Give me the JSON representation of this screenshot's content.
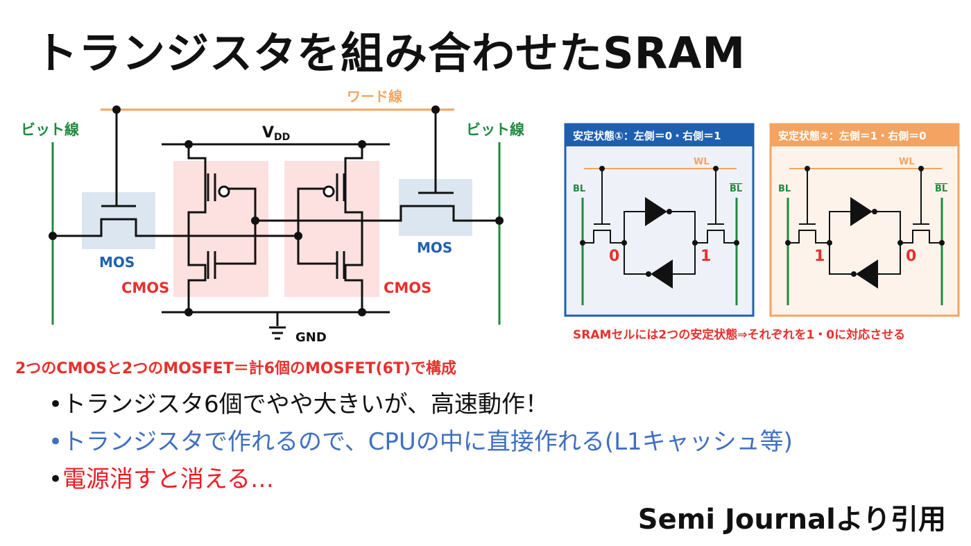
{
  "title": "トランジスタを組み合わせたSRAM",
  "circuit": {
    "word_line": "ワード線",
    "bit_line_left": "ビット線",
    "bit_line_right": "ビット線",
    "vdd": "V",
    "vdd_sub": "DD",
    "gnd": "GND",
    "mos_left": "MOS",
    "mos_right": "MOS",
    "cmos_left": "CMOS",
    "cmos_right": "CMOS",
    "colors": {
      "word_line": "#f4a460",
      "bit_line": "#1e8a3c",
      "cmos_bg": "#fde0e0",
      "mos_bg": "#dce6f1",
      "mos_label": "#1f5fb0",
      "cmos_label": "#e8302c"
    }
  },
  "states": [
    {
      "header": "安定状態①：左側＝0・右側＝1",
      "wl": "WL",
      "bl": "BL",
      "blbar": "BL",
      "left_value": "0",
      "right_value": "1",
      "border": "#1f5fb0",
      "bg": "#eef2f8"
    },
    {
      "header": "安定状態②：左側＝1・右側＝0",
      "wl": "WL",
      "bl": "BL",
      "blbar": "BL",
      "left_value": "1",
      "right_value": "0",
      "border": "#f4a460",
      "bg": "#fdf3ea"
    }
  ],
  "state_note": "SRAMセルには2つの安定状態⇒それぞれを1・0に対応させる",
  "summary": "2つのCMOSと2つのMOSFET＝計6個のMOSFET(6T)で構成",
  "bullets": [
    "•トランジスタ6個でやや大きいが、高速動作！",
    "•トランジスタで作れるので、CPUの中に直接作れる(L1キャッシュ等)",
    "•",
    "電源消すと消える…"
  ],
  "credit": "Semi Journalより引用"
}
